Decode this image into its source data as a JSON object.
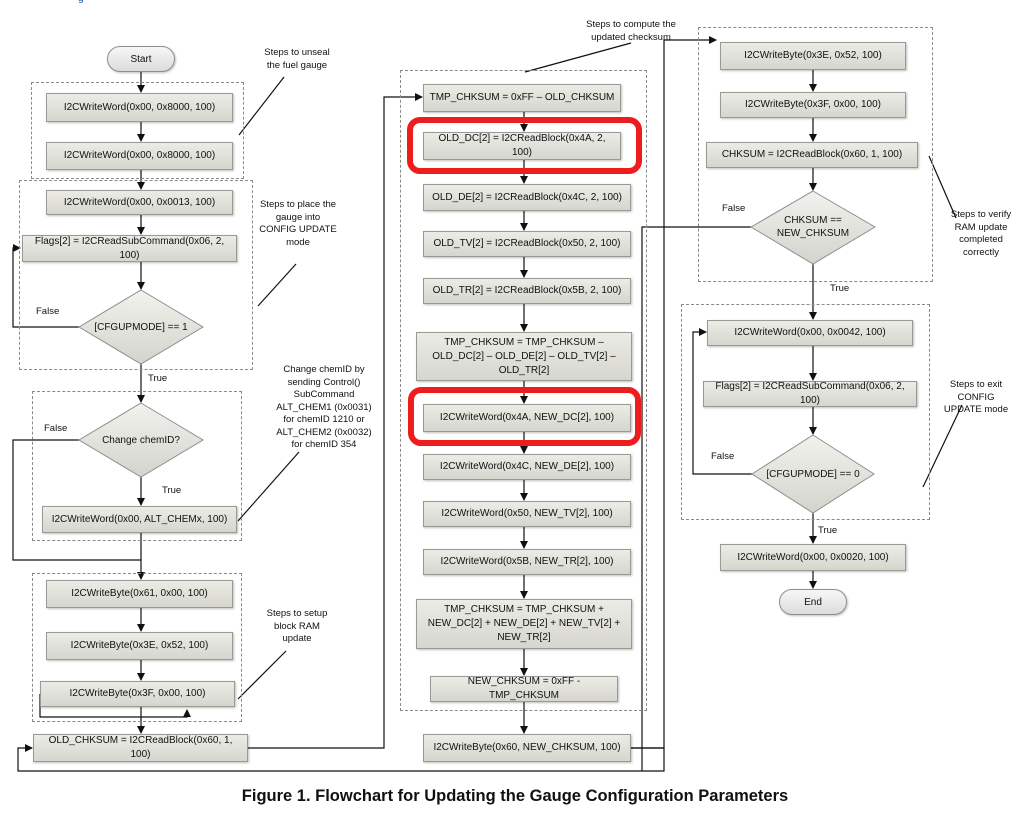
{
  "header_link": "g",
  "caption": "Figure 1. Flowchart for Updating the Gauge Configuration Parameters",
  "terminals": {
    "start": "Start",
    "end": "End"
  },
  "col1": {
    "unseal_1": "I2CWriteWord(0x00, 0x8000, 100)",
    "unseal_2": "I2CWriteWord(0x00, 0x8000, 100)",
    "cfg_write": "I2CWriteWord(0x00, 0x0013, 100)",
    "flags_read": "Flags[2] = I2CReadSubCommand(0x06, 2, 100)",
    "cfgupmode_check": "[CFGUPMODE] == 1",
    "chemid_check": "Change chemID?",
    "alt_chem": "I2CWriteWord(0x00, ALT_CHEMx, 100)",
    "block_1": "I2CWriteByte(0x61, 0x00, 100)",
    "block_2": "I2CWriteByte(0x3E, 0x52, 100)",
    "block_3": "I2CWriteByte(0x3F, 0x00, 100)",
    "old_chksum": "OLD_CHKSUM = I2CReadBlock(0x60, 1, 100)"
  },
  "col2": {
    "tmp_init": "TMP_CHKSUM = 0xFF – OLD_CHKSUM",
    "old_dc": "OLD_DC[2] = I2CReadBlock(0x4A, 2, 100)",
    "old_de": "OLD_DE[2] = I2CReadBlock(0x4C, 2, 100)",
    "old_tv": "OLD_TV[2] = I2CReadBlock(0x50, 2, 100)",
    "old_tr": "OLD_TR[2] = I2CReadBlock(0x5B, 2, 100)",
    "tmp_sub": "TMP_CHKSUM = TMP_CHKSUM – OLD_DC[2] – OLD_DE[2] – OLD_TV[2] – OLD_TR[2]",
    "new_dc": "I2CWriteWord(0x4A, NEW_DC[2], 100)",
    "new_de": "I2CWriteWord(0x4C, NEW_DE[2], 100)",
    "new_tv": "I2CWriteWord(0x50, NEW_TV[2], 100)",
    "new_tr": "I2CWriteWord(0x5B, NEW_TR[2], 100)",
    "tmp_add": "TMP_CHKSUM = TMP_CHKSUM + NEW_DC[2] + NEW_DE[2] + NEW_TV[2] + NEW_TR[2]",
    "new_chksum": "NEW_CHKSUM = 0xFF - TMP_CHKSUM",
    "write_chksum": "I2CWriteByte(0x60, NEW_CHKSUM, 100)"
  },
  "col3": {
    "verify_1": "I2CWriteByte(0x3E, 0x52, 100)",
    "verify_2": "I2CWriteByte(0x3F, 0x00, 100)",
    "verify_read": "CHKSUM = I2CReadBlock(0x60, 1, 100)",
    "chksum_check": "CHKSUM == NEW_CHKSUM",
    "exit_write": "I2CWriteWord(0x00, 0x0042, 100)",
    "exit_flags": "Flags[2] = I2CReadSubCommand(0x06, 2, 100)",
    "exit_check": "[CFGUPMODE] == 0",
    "final_write": "I2CWriteWord(0x00, 0x0020, 100)"
  },
  "notes": {
    "unseal": "Steps to unseal\nthe fuel gauge",
    "config_update": "Steps to place the\ngauge into\nCONFIG UPDATE\nmode",
    "chemid": "Change chemID by\nsending Control()\nSubCommand\nALT_CHEM1 (0x0031)\nfor chemID 1210 or\nALT_CHEM2 (0x0032)\nfor chemID 354",
    "block_ram": "Steps to setup\nblock RAM\nupdate",
    "checksum": "Steps to compute the\nupdated checksum",
    "verify": "Steps to verify\nRAM update\ncompleted\ncorrectly",
    "exit": "Steps to exit\nCONFIG\nUPDATE mode"
  },
  "labels": {
    "true": "True",
    "false": "False"
  },
  "colors": {
    "highlight": "#ee1c1c",
    "box_fill": "#dcdcd5",
    "line": "#111111"
  }
}
